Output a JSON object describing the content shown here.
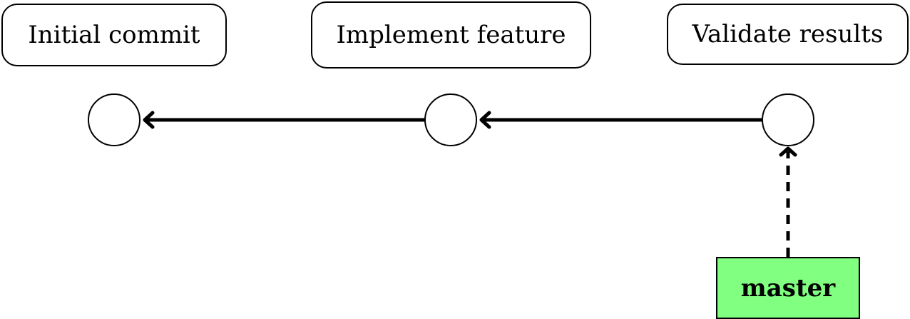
{
  "commits": [
    {
      "message": "Initial commit"
    },
    {
      "message": "Implement feature"
    },
    {
      "message": "Validate results"
    }
  ],
  "branch": {
    "name": "master",
    "color": "#80ff80",
    "points_to_commit": 3
  },
  "colors": {
    "stroke": "#000000",
    "node_fill": "#ffffff",
    "background": "#ffffff"
  }
}
